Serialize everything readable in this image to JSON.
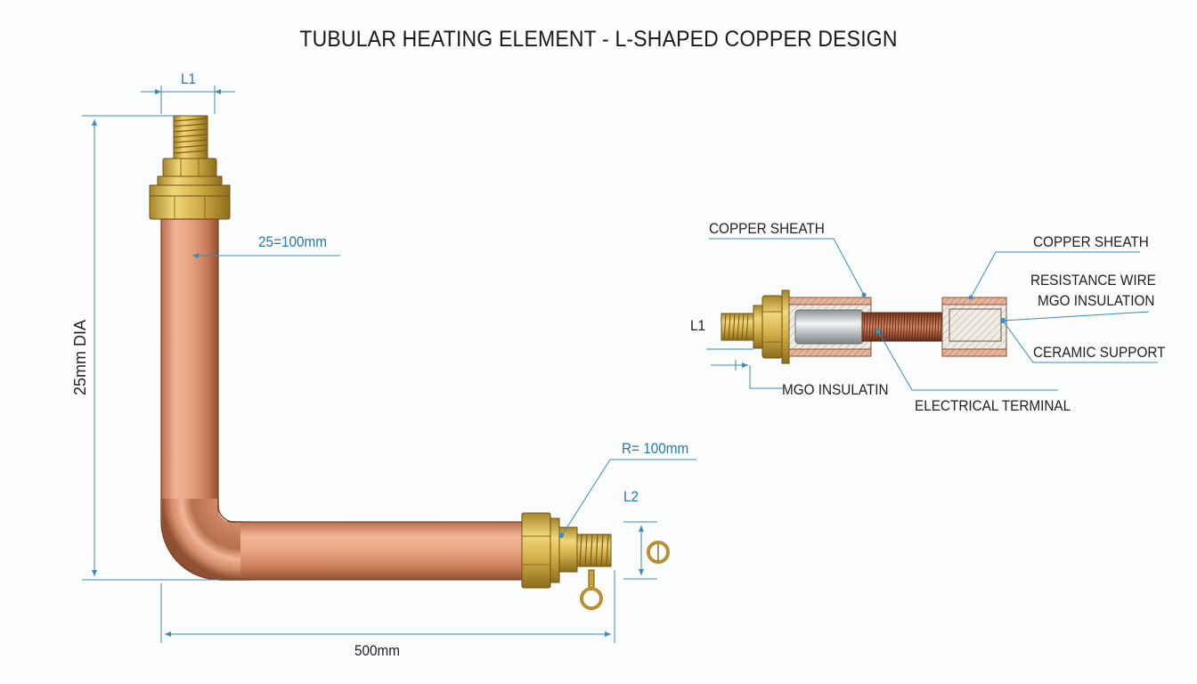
{
  "title": "TUBULAR HEATING ELEMENT - L-SHAPED COPPER DESIGN",
  "colors": {
    "dimension_line": "#3a8cc0",
    "copper": "#d9926e",
    "brass": "#d4b04a"
  },
  "main_view": {
    "labels": {
      "l1": "L1",
      "diameter": "25mm DIA",
      "tube_length": "25=100mm",
      "bend_radius": "R= 100mm",
      "l2": "L2",
      "horizontal_length": "500mm"
    }
  },
  "section_view": {
    "labels": {
      "copper_sheath_left": "COPPER SHEATH",
      "copper_sheath_right": "COPPER SHEATH",
      "resistance_wire": "RESISTANCE WIRE",
      "mgo_insulation_right": "MGO INSULATION",
      "ceramic_support": "CERAMIC SUPPORT",
      "l1": "L1",
      "mgo_insulating": "MGO INSULATIN",
      "electrical_terminal": "ELECTRICAL TERMINAL"
    }
  }
}
